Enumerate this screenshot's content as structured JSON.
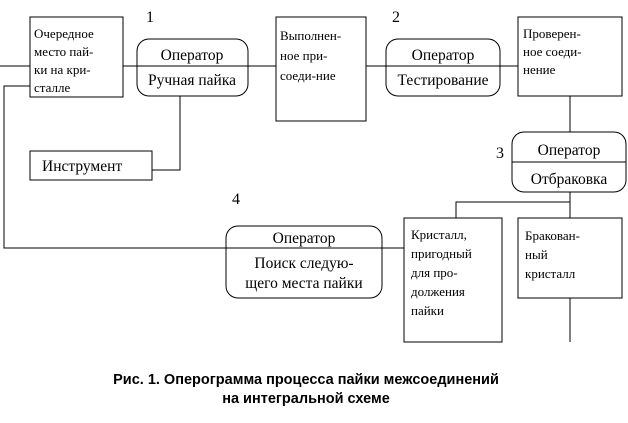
{
  "boxes": {
    "next_place": [
      "Очередное",
      "место пай-",
      "ки на кри-",
      "сталле"
    ],
    "done_joint": [
      "Выполнен-",
      "ное при-",
      "соеди-ние"
    ],
    "checked_joint": [
      "Проверен-",
      "ное соеди-",
      "нение"
    ],
    "crystal_ok": [
      "Кристалл,",
      "пригодный",
      "для про-",
      "должения",
      "пайки"
    ],
    "crystal_bad": [
      "Бракован-",
      "ный",
      "кристалл"
    ],
    "tool": "Инструмент"
  },
  "operators": [
    {
      "number": "1",
      "line1": "Оператор",
      "line2": "Ручная пайка"
    },
    {
      "number": "2",
      "line1": "Оператор",
      "line2": "Тестирование"
    },
    {
      "number": "3",
      "line1": "Оператор",
      "line2": "Отбраковка"
    },
    {
      "number": "4",
      "line1": "Оператор",
      "line2": "Поиск следую-",
      "line3": "щего места пайки"
    }
  ],
  "caption": {
    "line1": "Рис. 1. Оперограмма процесса пайки межсоединений",
    "line2": "на интегральной схеме"
  }
}
